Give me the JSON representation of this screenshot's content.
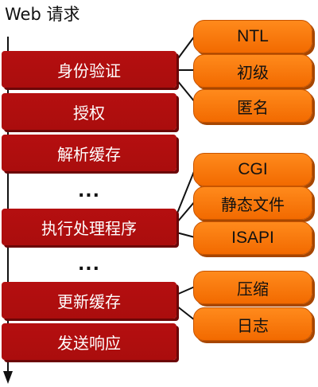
{
  "title": "Web  请求",
  "stages": [
    {
      "label": "身份验证"
    },
    {
      "label": "授权"
    },
    {
      "label": "解析缓存"
    },
    {
      "label": "..."
    },
    {
      "label": "执行处理程序"
    },
    {
      "label": "..."
    },
    {
      "label": "更新缓存"
    },
    {
      "label": "发送响应"
    }
  ],
  "options": {
    "auth": [
      "NTL",
      "初级",
      "匿名"
    ],
    "handlers": [
      "CGI",
      "静态文件",
      "ISAPI"
    ],
    "update": [
      "压缩",
      "日志"
    ]
  },
  "colors": {
    "stage": "#b00e0f",
    "option": "#f57800",
    "arrow": "#111111"
  }
}
